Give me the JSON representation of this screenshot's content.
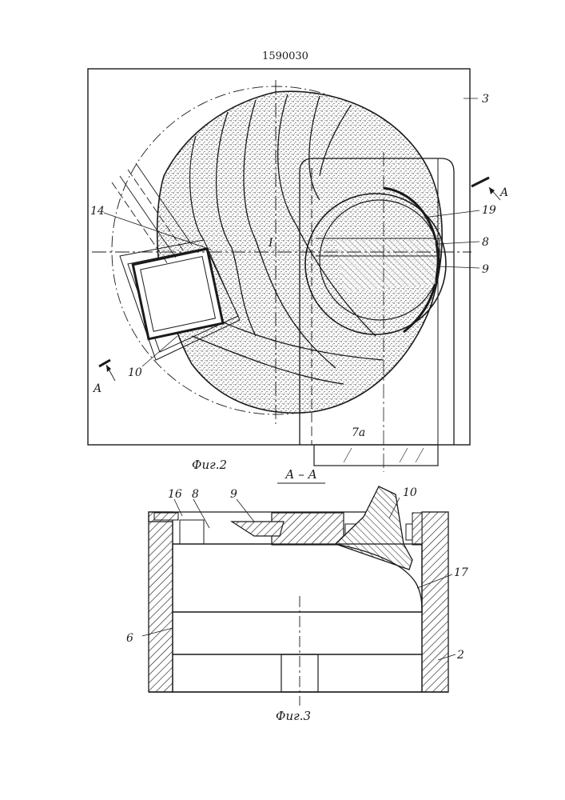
{
  "patent_number": "1590030",
  "fig2": {
    "caption": "Фиг.2",
    "labels": {
      "l3": "3",
      "l14": "14",
      "l19": "19",
      "l8": "8",
      "l9": "9",
      "l10": "10",
      "l7a": "7а",
      "lI": "I",
      "lA_right": "A",
      "lA_left": "A"
    }
  },
  "fig3": {
    "section_title": "А – А",
    "caption": "Фиг.3",
    "labels": {
      "l16": "16",
      "l8": "8",
      "l9": "9",
      "l10": "10",
      "l17": "17",
      "l6": "6",
      "l2": "2"
    }
  },
  "colors": {
    "ink": "#1a1a1a",
    "stipple": "#cfcfcf",
    "paper": "#ffffff"
  }
}
